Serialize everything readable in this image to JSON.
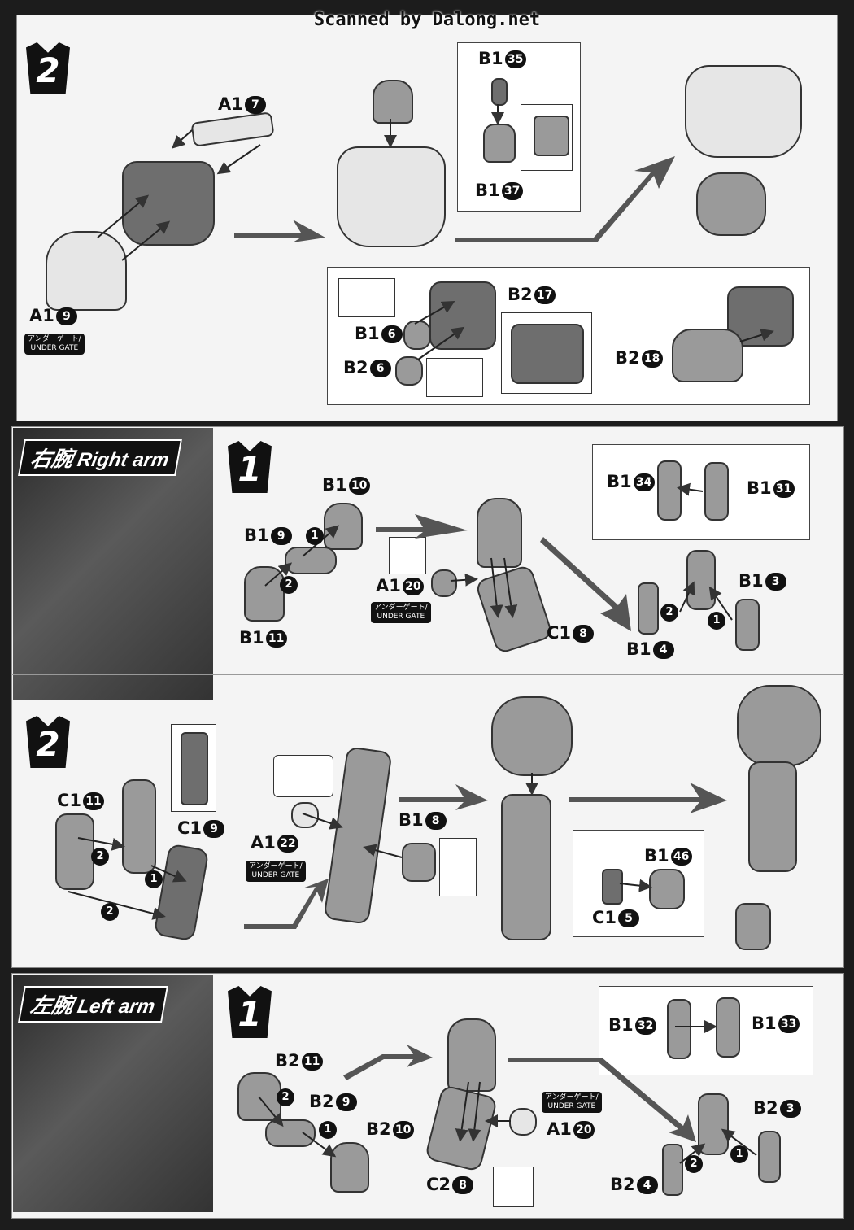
{
  "header": {
    "scanned_text": "Scanned by Dalong.net"
  },
  "gate_label": {
    "jp": "アンダーゲート/",
    "en": "UNDER GATE"
  },
  "section_torso": {
    "step": "2",
    "parts": {
      "a1_7": {
        "code": "A1",
        "num": "7"
      },
      "a1_9": {
        "code": "A1",
        "num": "9"
      },
      "b1_35": {
        "code": "B1",
        "num": "35"
      },
      "b1_37": {
        "code": "B1",
        "num": "37"
      },
      "b1_6": {
        "code": "B1",
        "num": "6"
      },
      "b2_6": {
        "code": "B2",
        "num": "6"
      },
      "b2_17": {
        "code": "B2",
        "num": "17"
      },
      "b2_18": {
        "code": "B2",
        "num": "18"
      }
    }
  },
  "section_right_arm": {
    "title_jp": "右腕",
    "title_en": "Right arm",
    "step1": "1",
    "step2": "2",
    "parts": {
      "b1_10": {
        "code": "B1",
        "num": "10"
      },
      "b1_9": {
        "code": "B1",
        "num": "9"
      },
      "b1_11": {
        "code": "B1",
        "num": "11"
      },
      "a1_20": {
        "code": "A1",
        "num": "20"
      },
      "c1_8": {
        "code": "C1",
        "num": "8"
      },
      "b1_34": {
        "code": "B1",
        "num": "34"
      },
      "b1_31": {
        "code": "B1",
        "num": "31"
      },
      "b1_3": {
        "code": "B1",
        "num": "3"
      },
      "b1_4": {
        "code": "B1",
        "num": "4"
      },
      "c1_11": {
        "code": "C1",
        "num": "11"
      },
      "c1_9": {
        "code": "C1",
        "num": "9"
      },
      "a1_22": {
        "code": "A1",
        "num": "22"
      },
      "b1_8": {
        "code": "B1",
        "num": "8"
      },
      "b1_46": {
        "code": "B1",
        "num": "46"
      },
      "c1_5": {
        "code": "C1",
        "num": "5"
      }
    },
    "order_marks": [
      "1",
      "2"
    ]
  },
  "section_left_arm": {
    "title_jp": "左腕",
    "title_en": "Left arm",
    "step1": "1",
    "parts": {
      "b2_11": {
        "code": "B2",
        "num": "11"
      },
      "b2_9": {
        "code": "B2",
        "num": "9"
      },
      "b2_10": {
        "code": "B2",
        "num": "10"
      },
      "c2_8": {
        "code": "C2",
        "num": "8"
      },
      "a1_20": {
        "code": "A1",
        "num": "20"
      },
      "b1_32": {
        "code": "B1",
        "num": "32"
      },
      "b1_33": {
        "code": "B1",
        "num": "33"
      },
      "b2_3": {
        "code": "B2",
        "num": "3"
      },
      "b2_4": {
        "code": "B2",
        "num": "4"
      }
    }
  }
}
